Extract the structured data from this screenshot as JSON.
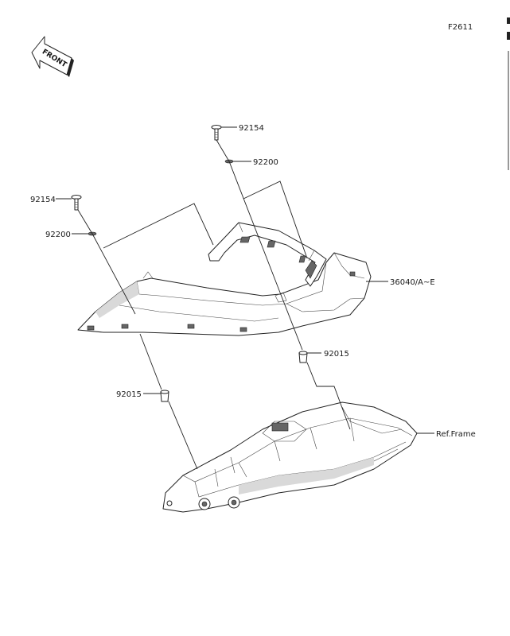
{
  "figure_code": "F2611",
  "front_label": "FRONT",
  "callouts": {
    "bolt_upper": "92154",
    "washer_upper": "92200",
    "bolt_left": "92154",
    "washer_left": "92200",
    "cover": "36040/A~E",
    "grommet_right": "92015",
    "grommet_left": "92015",
    "frame": "Ref.Frame"
  }
}
